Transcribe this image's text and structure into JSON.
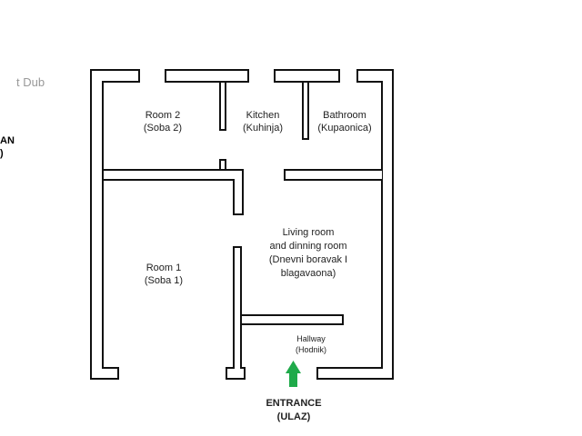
{
  "side_text": {
    "title_fragment": "t Dub",
    "plan_fragment": "AN",
    "plan_fragment2": ")"
  },
  "rooms": {
    "room2": {
      "name": "Room 2",
      "local": "(Soba 2)"
    },
    "kitchen": {
      "name": "Kitchen",
      "local": "(Kuhinja)"
    },
    "bathroom": {
      "name": "Bathroom",
      "local": "(Kupaonica)"
    },
    "living": {
      "line1": "Living room",
      "line2": "and dinning room",
      "line3": "(Dnevni boravak I",
      "line4": "blagavaona)"
    },
    "room1": {
      "name": "Room 1",
      "local": "(Soba 1)"
    },
    "hallway": {
      "name": "Hallway",
      "local": "(Hodnik)"
    }
  },
  "entrance": {
    "name": "ENTRANCE",
    "local": "(ULAZ)",
    "arrow_color": "#1faa4a"
  },
  "colors": {
    "wall": "#111111"
  }
}
